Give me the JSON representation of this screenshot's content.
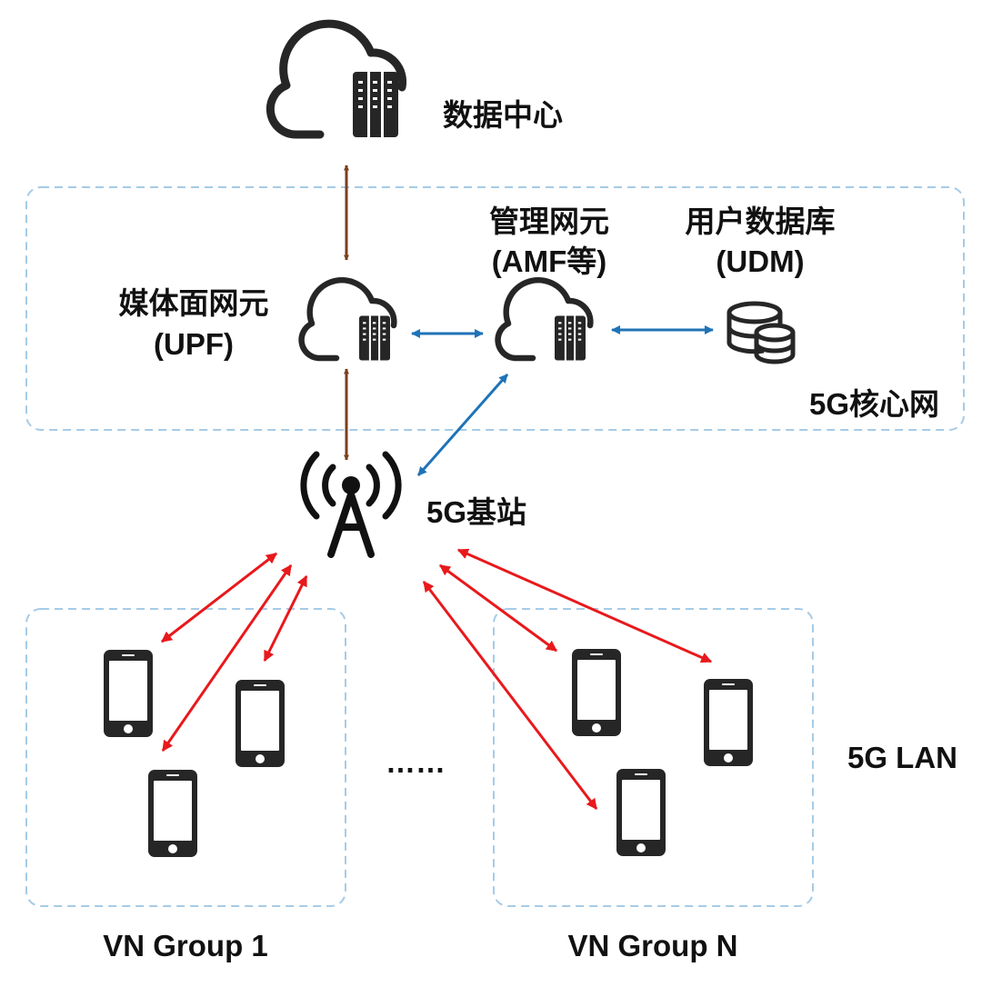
{
  "labels": {
    "data_center": "数据中心",
    "mgmt_nf_line1": "管理网元",
    "mgmt_nf_line2": "(AMF等)",
    "udm_line1": "用户数据库",
    "udm_line2": "(UDM)",
    "upf_line1": "媒体面网元",
    "upf_line2": "(UPF)",
    "core_network": "5G核心网",
    "base_station": "5G基站",
    "lan": "5G LAN",
    "ellipsis": "……",
    "group_1": "VN Group 1",
    "group_n": "VN Group N"
  },
  "icons": {
    "data_center": "cloud-server-icon",
    "upf": "cloud-server-icon",
    "amf": "cloud-server-icon",
    "udm": "database-icon",
    "base_station": "antenna-tower-icon",
    "terminal": "smartphone-icon"
  },
  "colors": {
    "brown_link": "#7b3f1a",
    "blue_link": "#1f73b7",
    "red_link": "#e8191c",
    "dashed_box": "#a6cbe6",
    "icon": "#262626"
  }
}
